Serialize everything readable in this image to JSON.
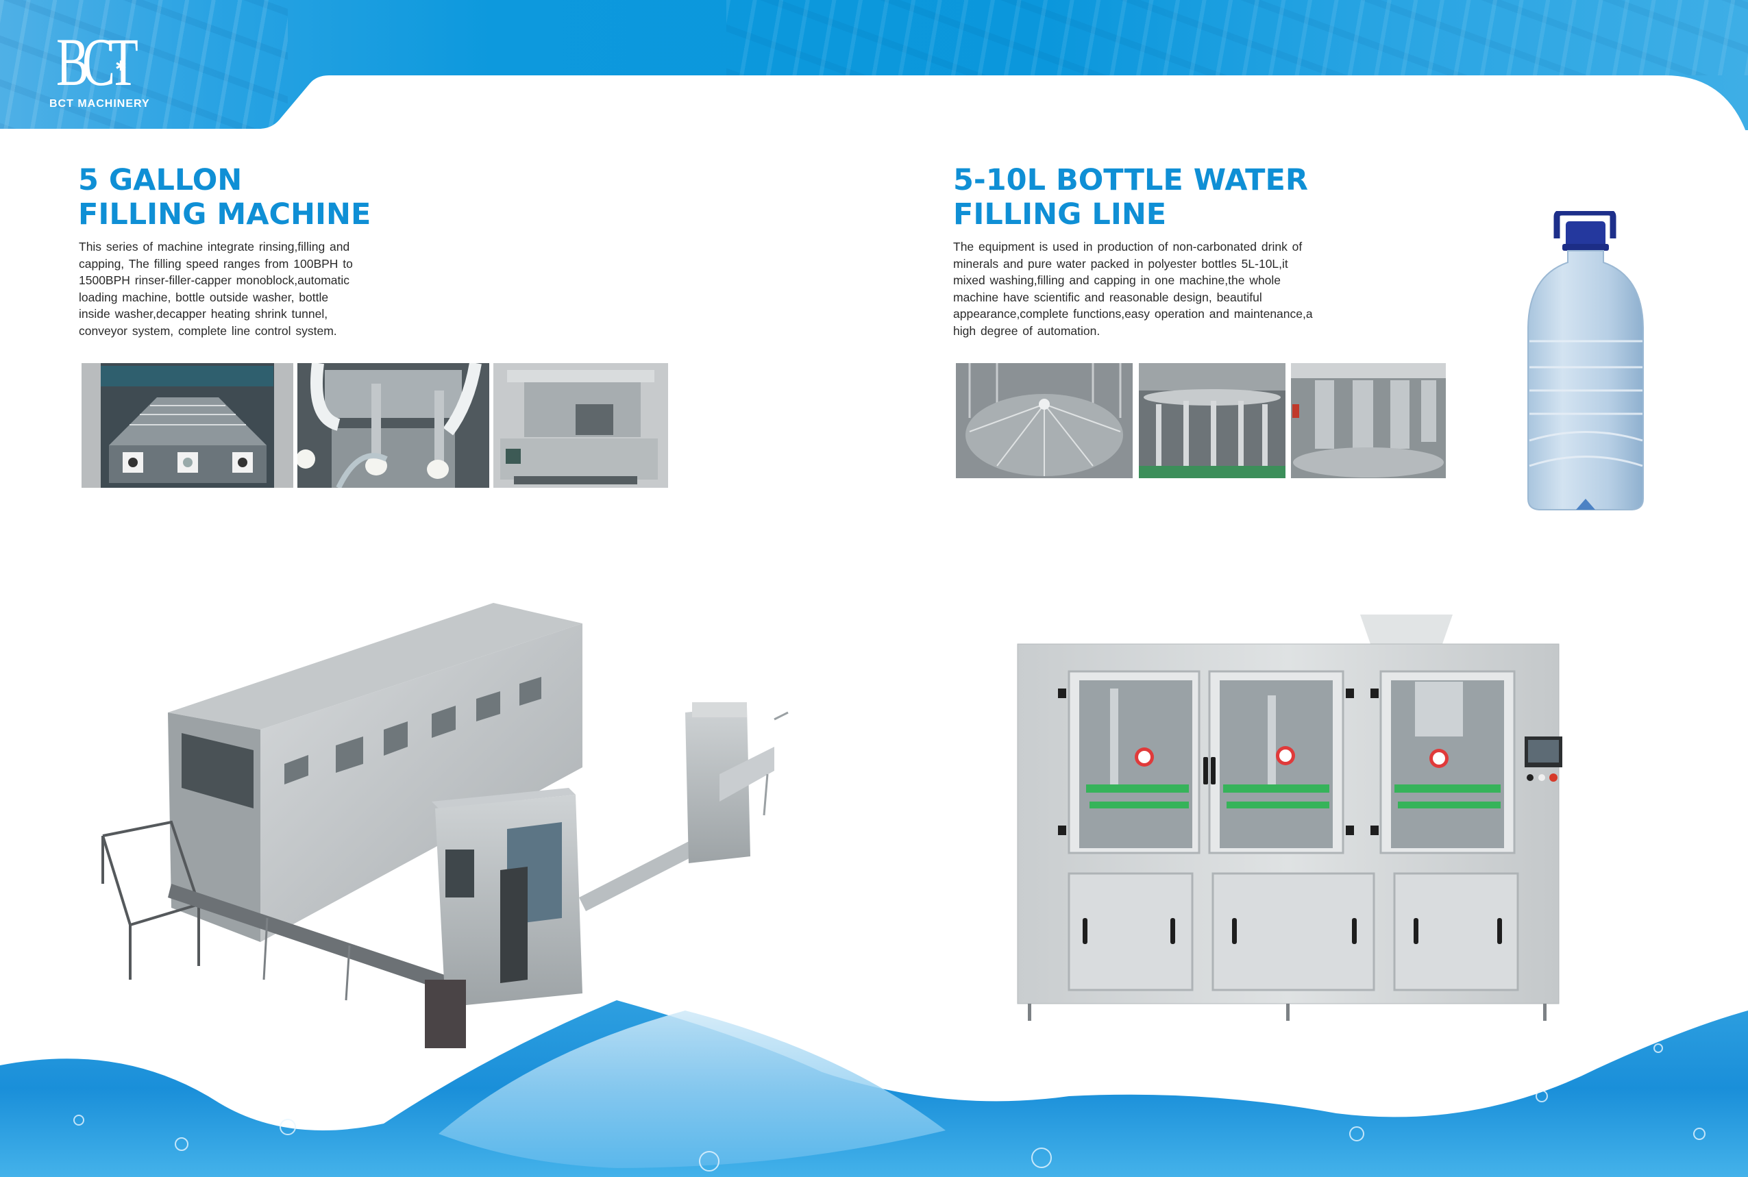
{
  "brand": {
    "logo_mark": "BCT",
    "logo_star": "✱",
    "name": "BCT MACHINERY",
    "accent_color": "#0f8fd5",
    "header_color": "#0b97dc"
  },
  "left_section": {
    "title_lines": [
      "5 GALLON",
      "FILLING MACHINE"
    ],
    "description_lines": [
      "This series of machine  integrate rinsing,filling  and",
      "capping,  The   filling  speed  ranges  from  100BPH  to",
      "1500BPH  rinser-filler-capper  monoblock,automatic",
      "loading  machine,  bottle  outside   washer,  bottle",
      "inside  washer,decapper  heating  shrink  tunnel,",
      "conveyor  system,  complete  line  control system."
    ],
    "thumbnails": [
      {
        "alt": "bottle-conveyor-chain-washer"
      },
      {
        "alt": "filling-nozzles-with-hoses"
      },
      {
        "alt": "decapper-unit"
      }
    ],
    "main_image": {
      "alt": "5-gallon-filling-line-overview"
    }
  },
  "right_section": {
    "title_lines": [
      "5-10L BOTTLE WATER",
      "FILLING LINE"
    ],
    "description_lines": [
      "The  equipment  is  used in  production   of   non-carbonated  drink  of",
      "minerals  and  pure  water  packed  in  polyester  bottles  5L-10L,it",
      "mixed  washing,filling and  capping  in one  machine,the  whole",
      "machine  have scientific   and  reasonable design,  beautiful",
      "appearance,complete functions,easy operation  and  maintenance,a",
      "high  degree of  automation."
    ],
    "thumbnails": [
      {
        "alt": "rotary-rinser-star-wheel"
      },
      {
        "alt": "filling-valves-carousel"
      },
      {
        "alt": "capping-heads"
      }
    ],
    "product_image": {
      "alt": "5l-water-bottle-with-handle"
    },
    "main_image": {
      "alt": "3-in-1-filling-machine-front-view"
    }
  }
}
